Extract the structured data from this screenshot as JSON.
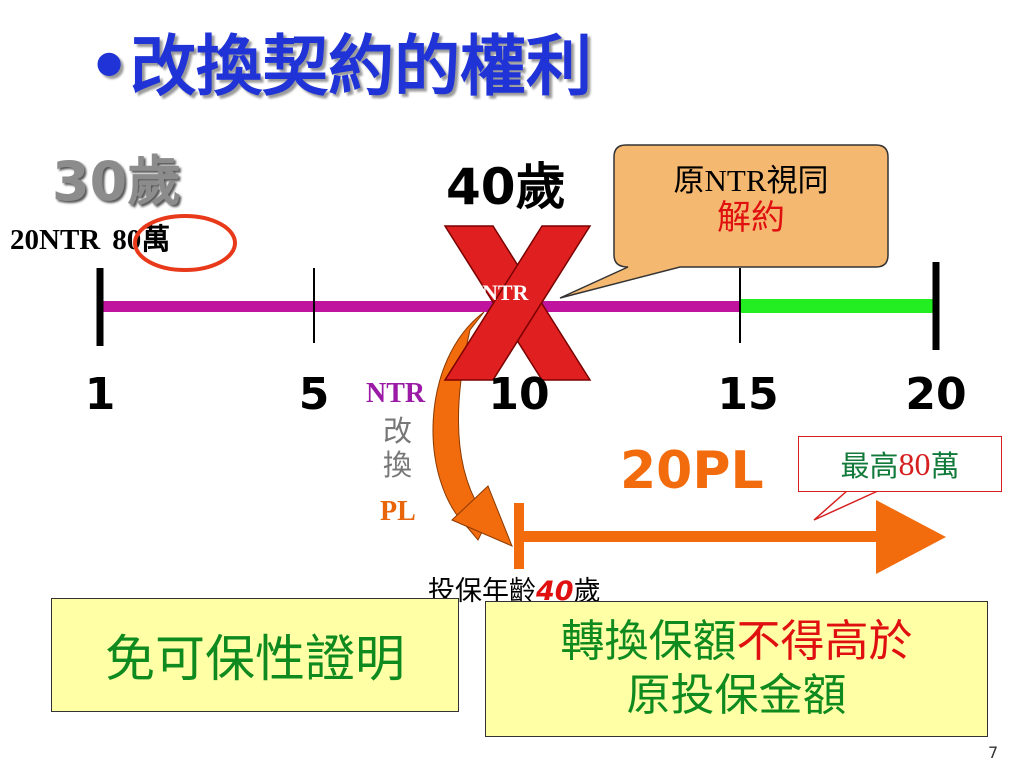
{
  "title": "•改換契約的權利",
  "age_start": "30歲",
  "age_switch": "40歲",
  "policy": {
    "plan": "20NTR",
    "amount": "80萬"
  },
  "timeline": {
    "ticks": [
      "1",
      "5",
      "10",
      "15",
      "20"
    ]
  },
  "ntr_bar_label": "NTR",
  "conversion": {
    "from": "NTR",
    "char1": "改",
    "char2": "換",
    "to": "PL"
  },
  "callout": {
    "line1": "原NTR視同",
    "line2": "解約"
  },
  "cancel_mark": "X",
  "new_plan": "20PL",
  "max_box": {
    "prefix": "最高",
    "number": "80",
    "suffix": "萬"
  },
  "entry_age": {
    "prefix": "投保年齡",
    "number": "40",
    "suffix": "歲"
  },
  "box_left": {
    "text": "免可保性證明"
  },
  "box_right": {
    "line1_green": "轉換保額",
    "line1_red": "不得高於",
    "line2": "原投保金額"
  },
  "page_number": "7",
  "colors": {
    "title": "#1f33d6",
    "ntr_bar": "#c0149e",
    "extension_bar": "#22ee22",
    "cancel_x": "#e02020",
    "arrow_orange": "#f26b0d",
    "box_fill": "#ffffa6",
    "callout_fill": "#f5b870"
  }
}
